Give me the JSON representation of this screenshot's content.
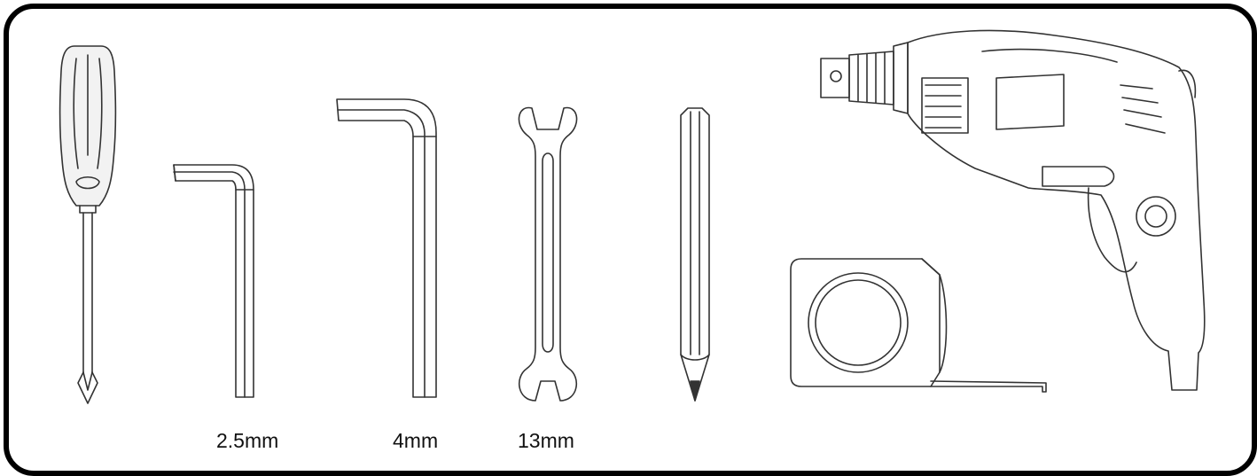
{
  "labels": {
    "hex_key_small": "2.5mm",
    "hex_key_large": "4mm",
    "wrench": "13mm"
  },
  "colors": {
    "frame": "#000000",
    "line": "#333333",
    "handle_fill": "#f2f2f2"
  },
  "tools": [
    "screwdriver-icon",
    "hex-key-icon",
    "hex-key-icon",
    "wrench-icon",
    "pencil-icon",
    "drill-icon",
    "tape-measure-icon"
  ]
}
